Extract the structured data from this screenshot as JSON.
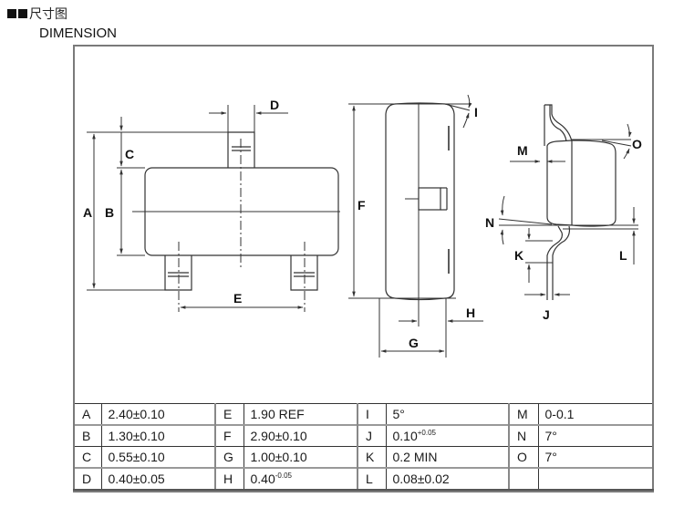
{
  "header": {
    "title_cn": "尺寸图",
    "title_en": "DIMENSION"
  },
  "drawing": {
    "labels": [
      "A",
      "B",
      "C",
      "D",
      "E",
      "F",
      "G",
      "H",
      "I",
      "J",
      "K",
      "L",
      "M",
      "N",
      "O"
    ]
  },
  "table": {
    "rows": [
      [
        {
          "label": "A",
          "value": "2.40±0.10",
          "sup": ""
        },
        {
          "label": "E",
          "value": "1.90 REF",
          "sup": ""
        },
        {
          "label": "I",
          "value": "5°",
          "sup": ""
        },
        {
          "label": "M",
          "value": "0-0.1",
          "sup": ""
        }
      ],
      [
        {
          "label": "B",
          "value": "1.30±0.10",
          "sup": ""
        },
        {
          "label": "F",
          "value": "2.90±0.10",
          "sup": ""
        },
        {
          "label": "J",
          "value": "0.10",
          "sup": "+0.05"
        },
        {
          "label": "N",
          "value": "7°",
          "sup": ""
        }
      ],
      [
        {
          "label": "C",
          "value": "0.55±0.10",
          "sup": ""
        },
        {
          "label": "G",
          "value": "1.00±0.10",
          "sup": ""
        },
        {
          "label": "K",
          "value": "0.2 MIN",
          "sup": ""
        },
        {
          "label": "O",
          "value": "7°",
          "sup": ""
        }
      ],
      [
        {
          "label": "D",
          "value": "0.40±0.05",
          "sup": ""
        },
        {
          "label": "H",
          "value": "0.40",
          "sup": "-0.05"
        },
        {
          "label": "L",
          "value": "0.08±0.02",
          "sup": ""
        },
        {
          "label": "",
          "value": "",
          "sup": ""
        }
      ]
    ]
  }
}
